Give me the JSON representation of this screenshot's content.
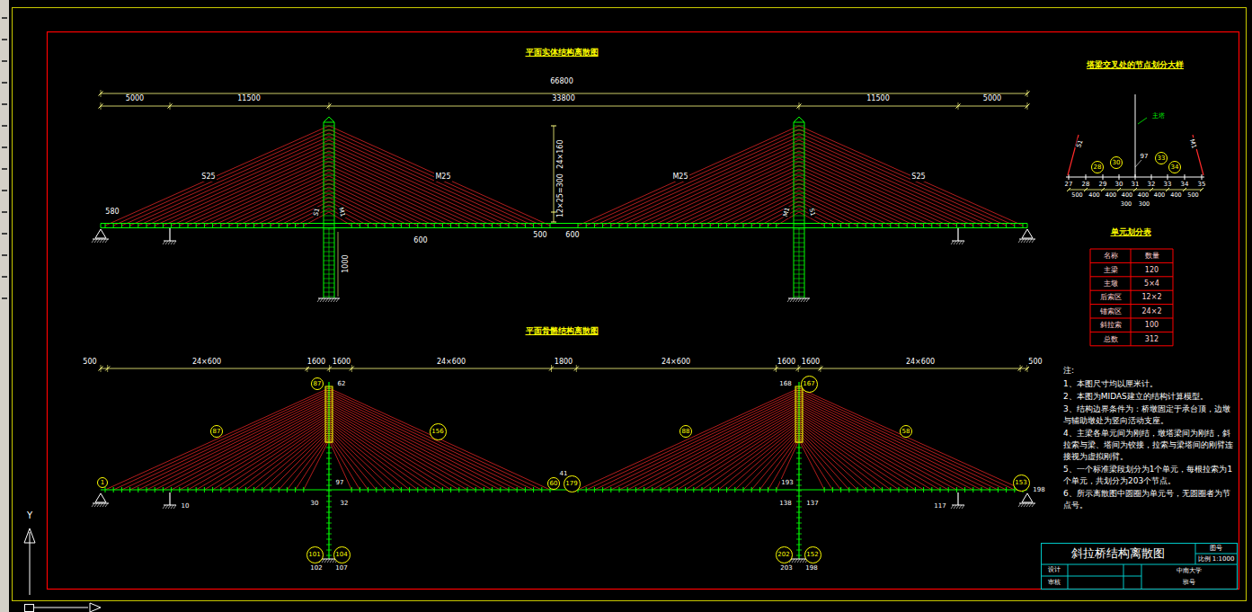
{
  "diagram": {
    "title": "斜拉桥结构离散图",
    "nodes": [
      {
        "text": [
          "1"
        ]
      },
      {
        "text": [
          "87"
        ]
      },
      {
        "text": [
          "87"
        ]
      },
      {
        "text": [
          "156"
        ]
      },
      {
        "text": [
          "60"
        ]
      },
      {
        "text": [
          "179"
        ]
      },
      {
        "text": [
          "88"
        ]
      },
      {
        "text": [
          "167"
        ]
      },
      {
        "text": [
          "58"
        ]
      },
      {
        "text": [
          "153"
        ]
      },
      {
        "text": [
          "101"
        ]
      },
      {
        "text": [
          "104"
        ]
      },
      {
        "text": [
          "202"
        ]
      },
      {
        "text": [
          "152"
        ]
      },
      {
        "text": [
          "28"
        ]
      },
      {
        "text": [
          "30"
        ]
      },
      {
        "text": [
          "33"
        ]
      },
      {
        "text": [
          "34"
        ]
      }
    ],
    "labels": [
      "平面实体结构离散图",
      "66800",
      "5000",
      "11500",
      "33800",
      "11500",
      "5000",
      "S25",
      "M25",
      "M25",
      "S25",
      "S1",
      "M1",
      "M1",
      "S1",
      "580",
      "24×160",
      "12×25=300",
      "500",
      "600",
      "600",
      "1000",
      "平面骨骼结构离散图",
      "500",
      "24×600",
      "1600",
      "1600",
      "24×600",
      "1800",
      "24×600",
      "1600",
      "1600",
      "24×600",
      "500",
      "62",
      "168",
      "97",
      "41",
      "193",
      "10",
      "30",
      "32",
      "138",
      "137",
      "117",
      "198",
      "102",
      "107",
      "203",
      "198",
      "塔梁交叉处的节点划分大样",
      "S1",
      "M1",
      "主塔",
      "97",
      "27",
      "28",
      "29",
      "30",
      "31",
      "32",
      "33",
      "34",
      "35",
      "500",
      "400",
      "400",
      "400",
      "400",
      "400",
      "400",
      "500",
      "300",
      "300",
      "单元划分表",
      "名称",
      "数量",
      "主梁",
      "120",
      "主墩",
      "5×4",
      "后索区",
      "12×2",
      "锚索区",
      "24×2",
      "斜拉索",
      "100",
      "总数",
      "312",
      "注:",
      "1、本图尺寸均以厘米计。",
      "2、本图为MIDAS建立的结构计算模型。",
      "3、结构边界条件为：桥墩固定于承台顶，边墩与辅助墩处为竖向活动支座。",
      "4、主梁各单元间为刚结，墩塔梁间为刚结，斜拉索与梁、塔间为铰接，拉索与梁塔间的刚臂连接视为虚拟刚臂。",
      "5、一个标准梁段划分为1个单元，每根拉索为1个单元，共划分为203个节点。",
      "6、所示离散图中圆圈为单元号，无圆圈者为节点号。",
      "图号",
      "比例 1:1000",
      "设计",
      "审核",
      "中南大学",
      "班号",
      "Y"
    ]
  }
}
